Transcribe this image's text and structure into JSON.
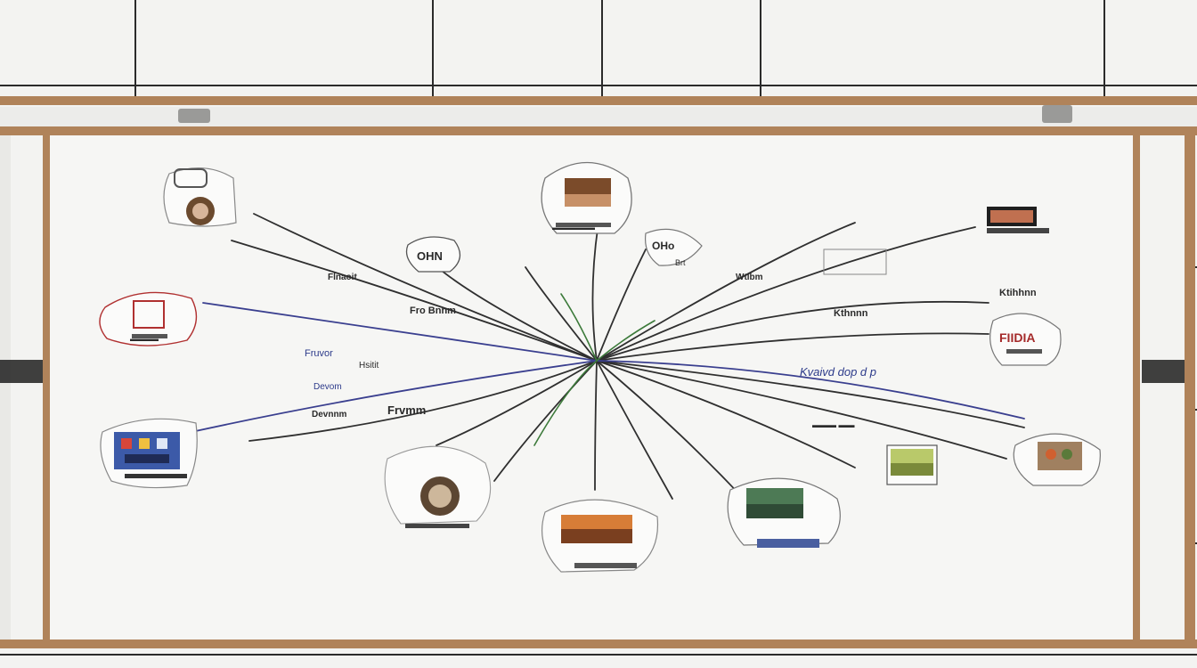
{
  "scene": {
    "description_label": "whiteboard-mind-map",
    "colors": {
      "wall": "#f3f3f1",
      "tile_grid": "#222222",
      "frame_wood": "#b0835a",
      "board": "#f6f6f4",
      "ink_dark": "#2a2a2a",
      "ink_blue": "#3a3f8f",
      "ink_green": "#3c7a3a",
      "ink_red": "#b03030"
    }
  },
  "labels": {
    "l1": "Fruvor",
    "l2": "Devom",
    "l3": "Fro Bnnm",
    "l4": "Hsitit",
    "l5": "Devnnm",
    "l6": "Frvmm",
    "l7": "Flnaoit",
    "l8": "FIIDIA",
    "l9": "Kvaivd dop d p",
    "l10": "OHN",
    "l11": "OHo",
    "l12": "Brt",
    "l13": "Wtlbm",
    "l14": "Kthnnn",
    "l15": "Ktihhnn"
  }
}
